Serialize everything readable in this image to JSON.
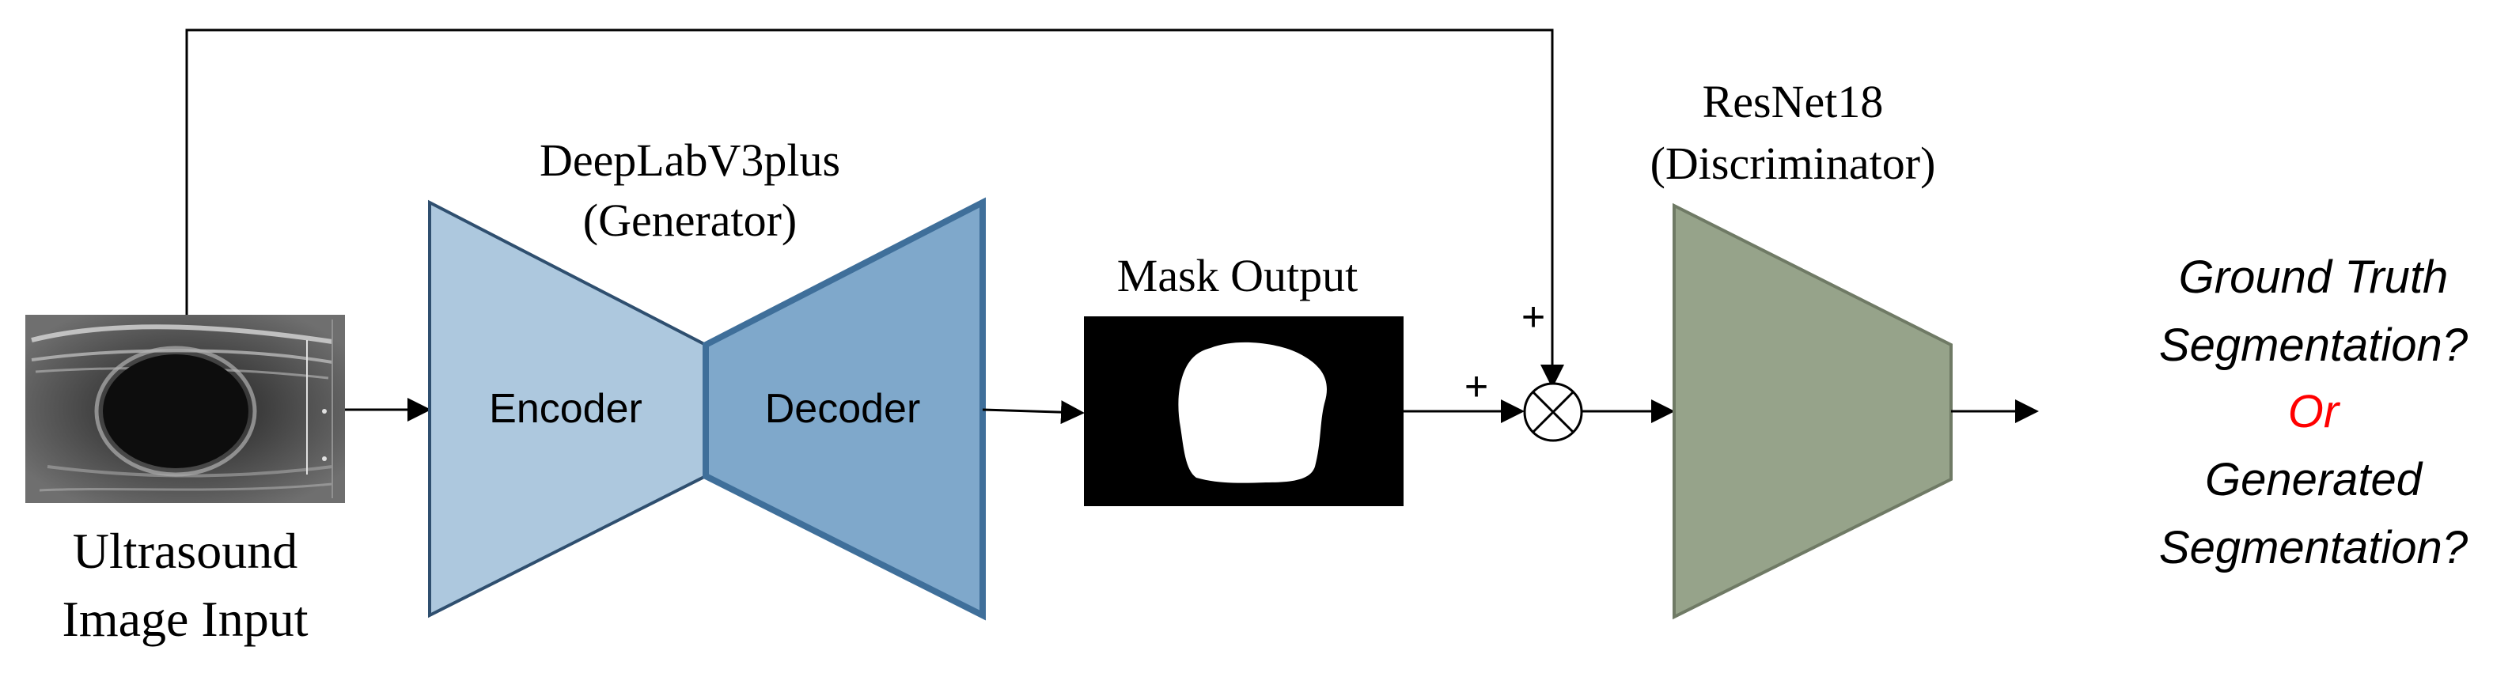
{
  "input": {
    "line1": "Ultrasound",
    "line2": "Image Input"
  },
  "generator": {
    "title_line1": "DeepLabV3plus",
    "title_line2": "(Generator)",
    "encoder_label": "Encoder",
    "decoder_label": "Decoder"
  },
  "mask": {
    "title": "Mask Output"
  },
  "operator": {
    "plus_top": "+",
    "plus_left": "+"
  },
  "discriminator": {
    "title_line1": "ResNet18",
    "title_line2": "(Discriminator)"
  },
  "output": {
    "line1": "Ground Truth",
    "line2": "Segmentation?",
    "line3": "Or",
    "line4": "Generated",
    "line5": "Segmentation?"
  },
  "colors": {
    "encoder_fill": "#adc8de",
    "decoder_fill": "#7fa8cb",
    "encoder_stroke": "#2f4f6f",
    "decoder_stroke": "#3f6f9a",
    "discriminator_fill": "#96a38a",
    "discriminator_stroke": "#6f7a65",
    "or_text": "#ff0000",
    "lines": "#000000"
  }
}
